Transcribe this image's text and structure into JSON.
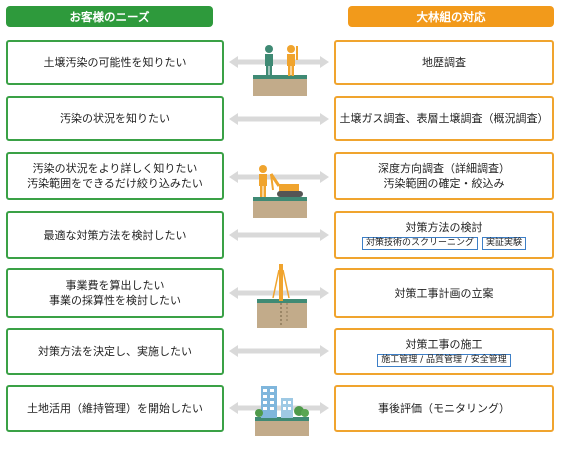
{
  "headers": {
    "left": "お客様のニーズ",
    "right": "大林組の対応"
  },
  "rows": [
    {
      "need": [
        "土壌汚染の可能性を知りたい"
      ],
      "response": [
        "地歴調査"
      ],
      "tags": []
    },
    {
      "need": [
        "汚染の状況を知りたい"
      ],
      "response": [
        "土壌ガス調査、表層土壌調査（概況調査）"
      ],
      "tags": []
    },
    {
      "need": [
        "汚染の状況をより詳しく知りたい",
        "汚染範囲をできるだけ絞り込みたい"
      ],
      "response": [
        "深度方向調査（詳細調査）",
        "汚染範囲の確定・絞込み"
      ],
      "tags": []
    },
    {
      "need": [
        "最適な対策方法を検討したい"
      ],
      "response": [
        "対策方法の検討"
      ],
      "tags": [
        "対策技術のスクリーニング",
        "実証実験"
      ]
    },
    {
      "need": [
        "事業費を算出したい",
        "事業の採算性を検討したい"
      ],
      "response": [
        "対策工事計画の立案"
      ],
      "tags": []
    },
    {
      "need": [
        "対策方法を決定し、実施したい"
      ],
      "response": [
        "対策工事の施工"
      ],
      "tags": [
        "施工管理 / 品質管理 / 安全管理"
      ]
    },
    {
      "need": [
        "土地活用（維持管理）を開始したい"
      ],
      "response": [
        "事後評価（モニタリング）"
      ],
      "tags": []
    }
  ],
  "colors": {
    "green": "#3aa146",
    "orange": "#f0a42e",
    "arrow": "#d9d9d9",
    "tag_border": "#3d7fc7"
  }
}
